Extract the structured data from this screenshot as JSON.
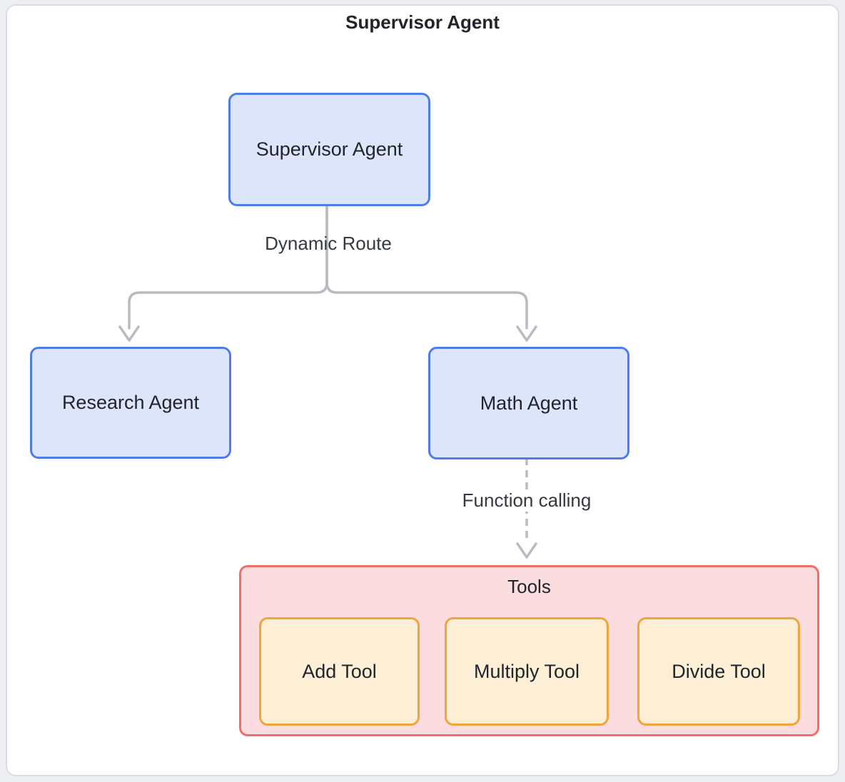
{
  "diagram": {
    "title": "Supervisor Agent",
    "nodes": {
      "supervisor": {
        "label": "Supervisor Agent",
        "type": "agent"
      },
      "research": {
        "label": "Research Agent",
        "type": "agent"
      },
      "math": {
        "label": "Math Agent",
        "type": "agent"
      },
      "tools_group": {
        "label": "Tools",
        "type": "container"
      },
      "add_tool": {
        "label": "Add Tool",
        "type": "tool"
      },
      "multiply_tool": {
        "label": "Multiply Tool",
        "type": "tool"
      },
      "divide_tool": {
        "label": "Divide Tool",
        "type": "tool"
      }
    },
    "edges": {
      "dynamic_route": {
        "label": "Dynamic Route",
        "from": "supervisor",
        "to": "research & math",
        "style": "solid"
      },
      "function_calling": {
        "label": "Function calling",
        "from": "math",
        "to": "tools_group",
        "style": "dashed"
      }
    },
    "colors": {
      "agent_fill": "#dde5fb",
      "agent_border": "#4e7ce9",
      "tools_fill": "#fbdde0",
      "tools_border": "#f16d68",
      "tool_fill": "#fdefd6",
      "tool_border": "#f1a43b",
      "connector": "#b8bbc1",
      "outer_border": "#d9dce2",
      "text": "#21252b"
    }
  }
}
